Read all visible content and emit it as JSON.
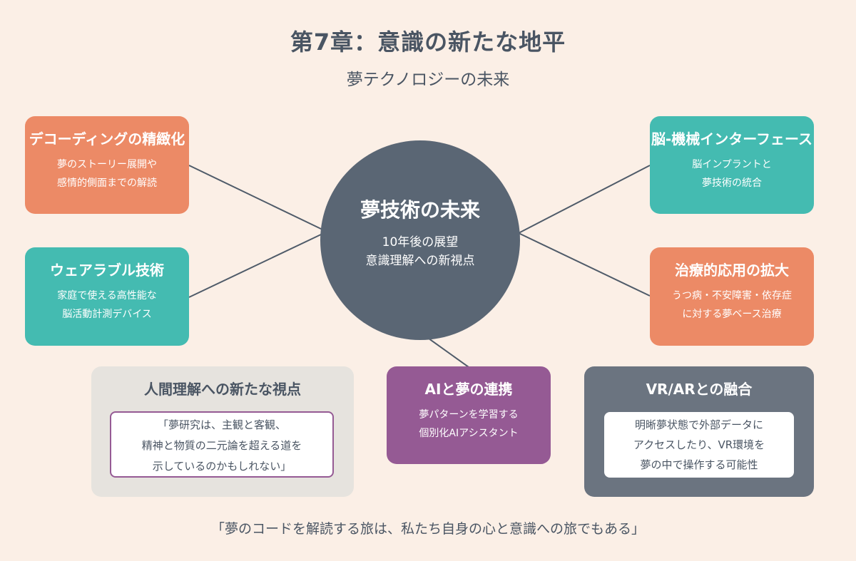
{
  "header": {
    "title": "第7章：意識の新たな地平",
    "subtitle": "夢テクノロジーの未来"
  },
  "hub": {
    "title": "夢技術の未来",
    "lines": [
      "10年後の展望",
      "意識理解への新視点"
    ]
  },
  "nodes": {
    "decoding": {
      "title": "デコーディングの精緻化",
      "lines": [
        "夢のストーリー展開や",
        "感情的側面までの解読"
      ]
    },
    "wearable": {
      "title": "ウェアラブル技術",
      "lines": [
        "家庭で使える高性能な",
        "脳活動計測デバイス"
      ]
    },
    "bci": {
      "title": "脳-機械インターフェース",
      "lines": [
        "脳インプラントと",
        "夢技術の統合"
      ]
    },
    "therapy": {
      "title": "治療的応用の拡大",
      "lines": [
        "うつ病・不安障害・依存症",
        "に対する夢ベース治療"
      ]
    },
    "perspective": {
      "title": "人間理解への新たな視点",
      "lines": [
        "「夢研究は、主観と客観、",
        "精神と物質の二元論を超える道を",
        "示しているのかもしれない」"
      ]
    },
    "ai": {
      "title": "AIと夢の連携",
      "lines": [
        "夢パターンを学習する",
        "個別化AIアシスタント"
      ]
    },
    "vrar": {
      "title": "VR/ARとの融合",
      "lines": [
        "明晰夢状態で外部データに",
        "アクセスしたり、VR環境を",
        "夢の中で操作する可能性"
      ]
    }
  },
  "footer": {
    "quote": "「夢のコードを解読する旅は、私たち自身の心と意識への旅でもある」"
  },
  "colors": {
    "background": "#fbefe6",
    "hub": "#5a6674",
    "orange": "#ec8a66",
    "teal": "#44bbb1",
    "purple": "#955a94",
    "slate": "#6b7480",
    "gray": "#e6e3de",
    "text_dark": "#4a5563"
  }
}
